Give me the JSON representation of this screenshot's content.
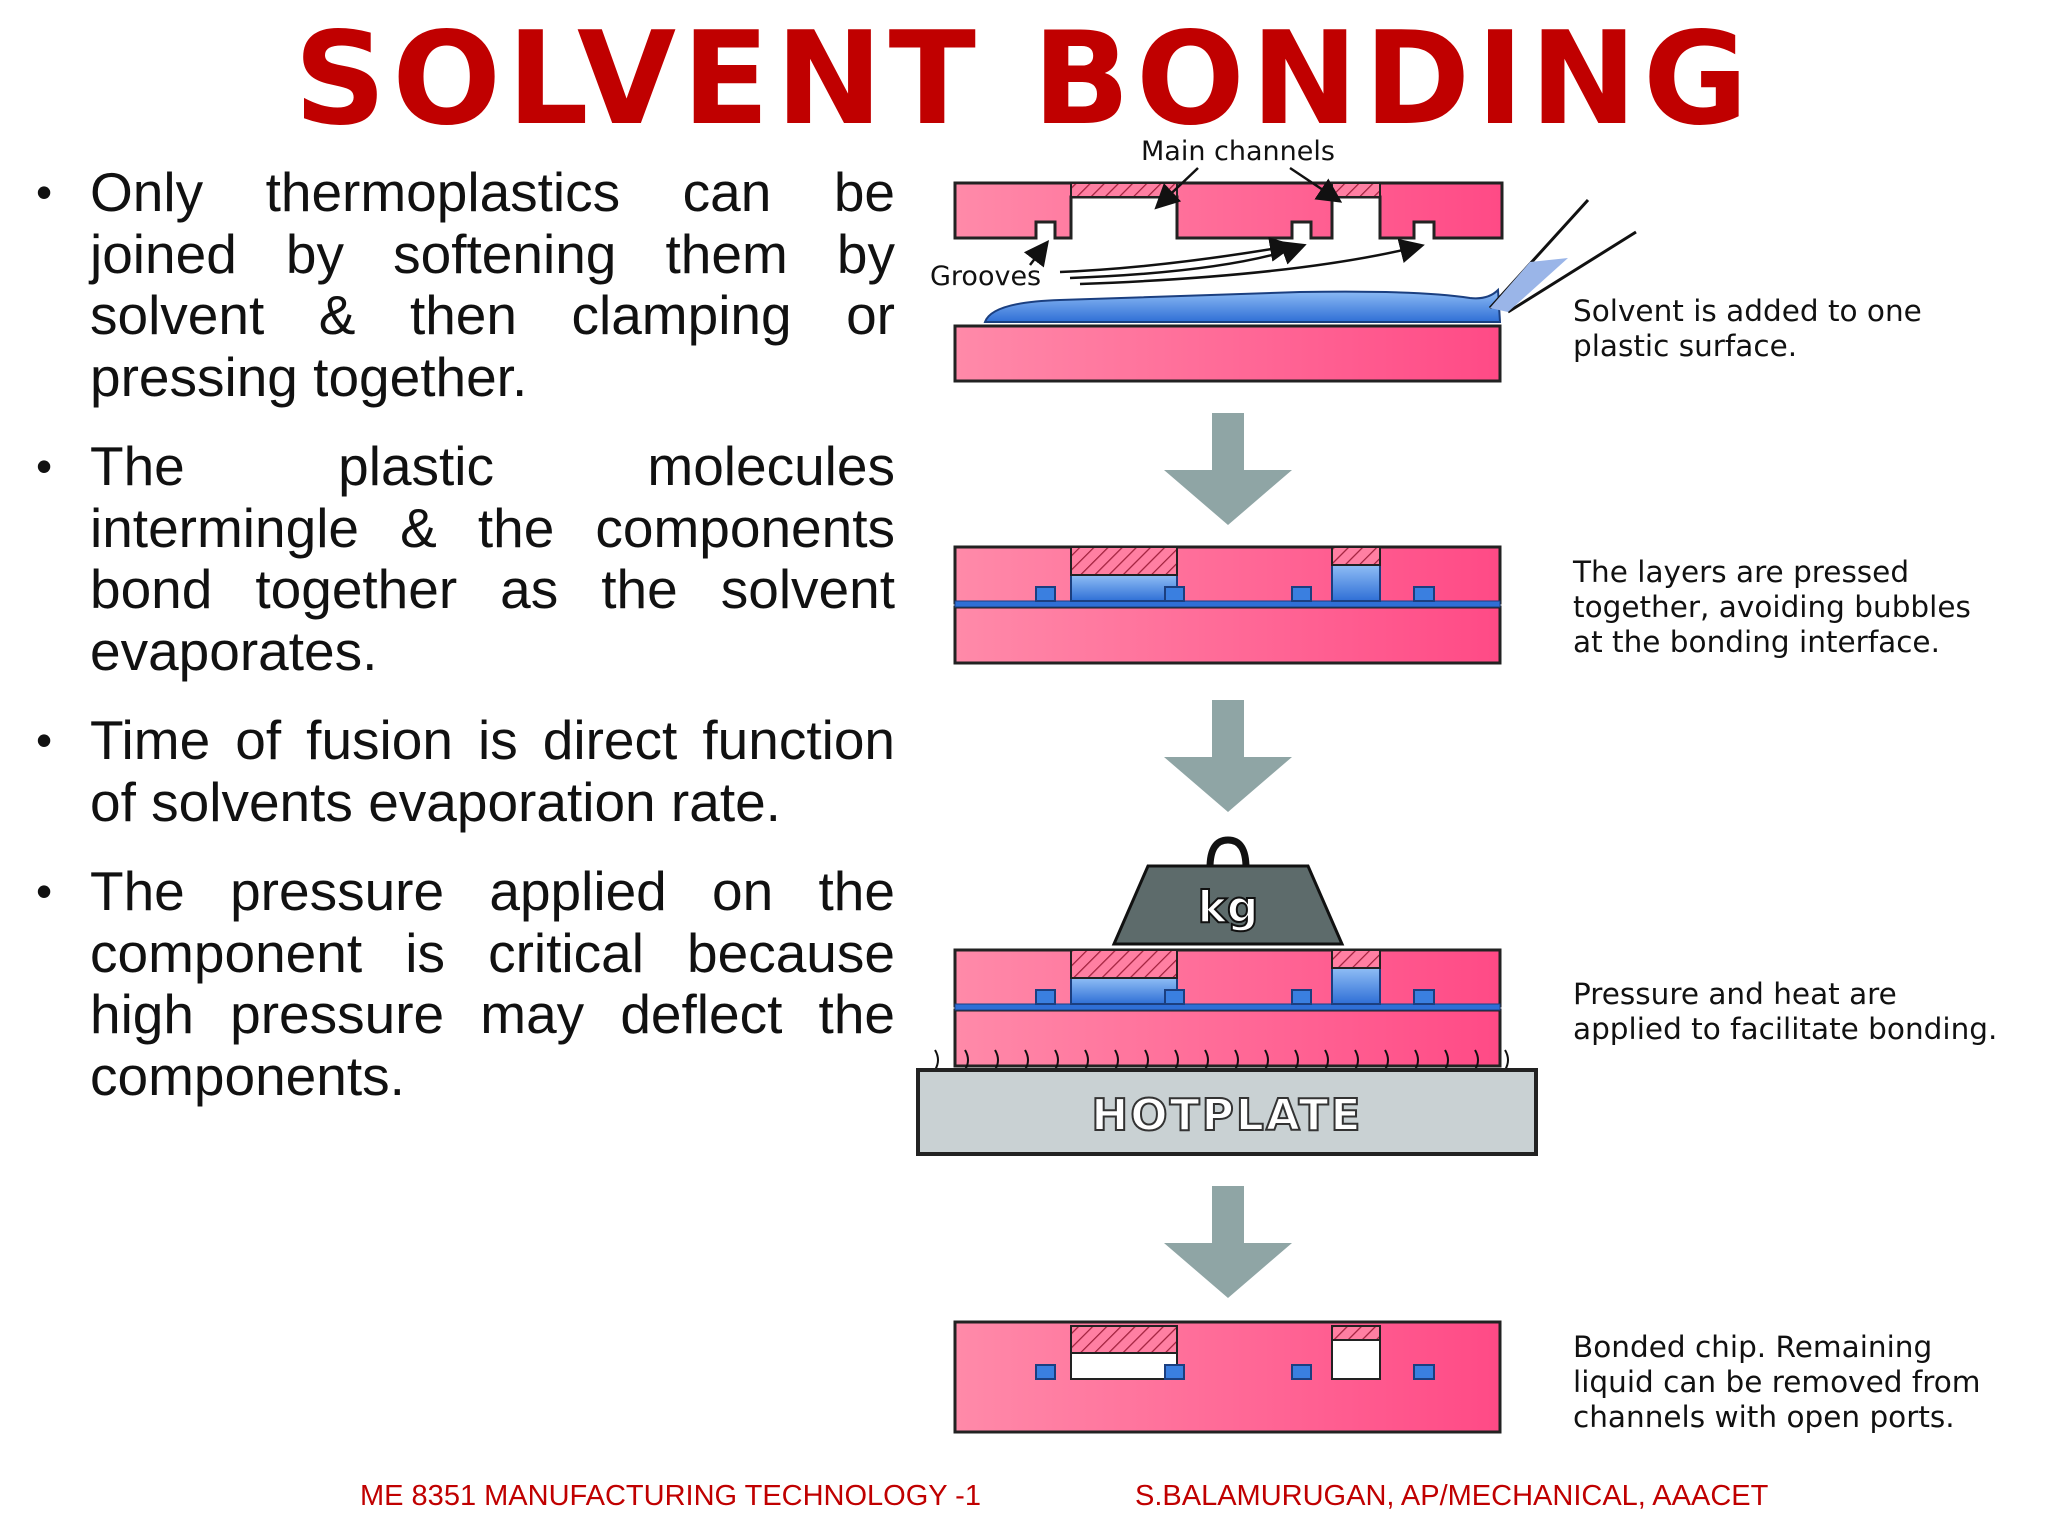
{
  "title": "SOLVENT BONDING",
  "bullets": [
    "Only thermoplastics can be joined by softening them by solvent & then clamping or pressing together.",
    "The plastic molecules intermingle & the components bond together as the solvent evaporates.",
    "Time of fusion is direct function of solvents evaporation rate.",
    "The pressure applied on the component is critical because high pressure may deflect the components."
  ],
  "diagram": {
    "labels": {
      "main_channels": "Main channels",
      "grooves": "Grooves",
      "weight": "kg",
      "hotplate": "HOTPLATE"
    },
    "captions": {
      "step1": [
        "Solvent is added to one",
        "plastic surface."
      ],
      "step2": [
        "The layers are pressed",
        "together, avoiding bubbles",
        "at the bonding interface."
      ],
      "step3": [
        "Pressure and heat are",
        "applied to facilitate bonding."
      ],
      "step4": [
        "Bonded chip. Remaining",
        "liquid can be removed from",
        "channels with open ports."
      ]
    },
    "colors": {
      "plastic": "#ff5b8c",
      "solvent": "#3a7fe0",
      "arrow": "#8fa5a5",
      "hotplate": "#c9d1d3",
      "weight": "#5d6b6b"
    }
  },
  "footer": {
    "left": "ME 8351 MANUFACTURING TECHNOLOGY -1",
    "right": "S.BALAMURUGAN, AP/MECHANICAL, AAACET"
  }
}
